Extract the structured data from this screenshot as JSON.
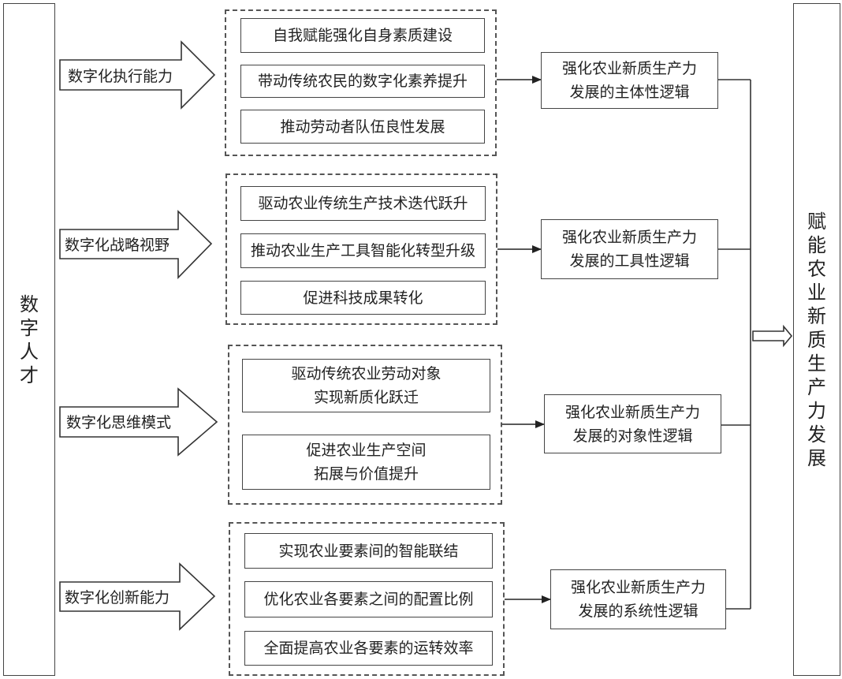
{
  "left_title": "数字人才",
  "right_title": "赋能农业新质生产力发展",
  "rows": [
    {
      "capability": "数字化执行能力",
      "paths": [
        "自我赋能强化自身素质建设",
        "带动传统农民的数字化素养提升",
        "推动劳动者队伍良性发展"
      ],
      "logic": [
        "强化农业新质生产力",
        "发展的主体性逻辑"
      ]
    },
    {
      "capability": "数字化战略视野",
      "paths": [
        "驱动农业传统生产技术迭代跃升",
        "推动农业生产工具智能化转型升级",
        "促进科技成果转化"
      ],
      "logic": [
        "强化农业新质生产力",
        "发展的工具性逻辑"
      ]
    },
    {
      "capability": "数字化思维模式",
      "paths": [
        [
          "驱动传统农业劳动对象",
          "实现新质化跃迁"
        ],
        [
          "促进农业生产空间",
          "拓展与价值提升"
        ]
      ],
      "logic": [
        "强化农业新质生产力",
        "发展的对象性逻辑"
      ]
    },
    {
      "capability": "数字化创新能力",
      "paths": [
        "实现农业要素间的智能联结",
        "优化农业各要素之间的配置比例",
        "全面提高农业各要素的运转效率"
      ],
      "logic": [
        "强化农业新质生产力",
        "发展的系统性逻辑"
      ]
    }
  ]
}
